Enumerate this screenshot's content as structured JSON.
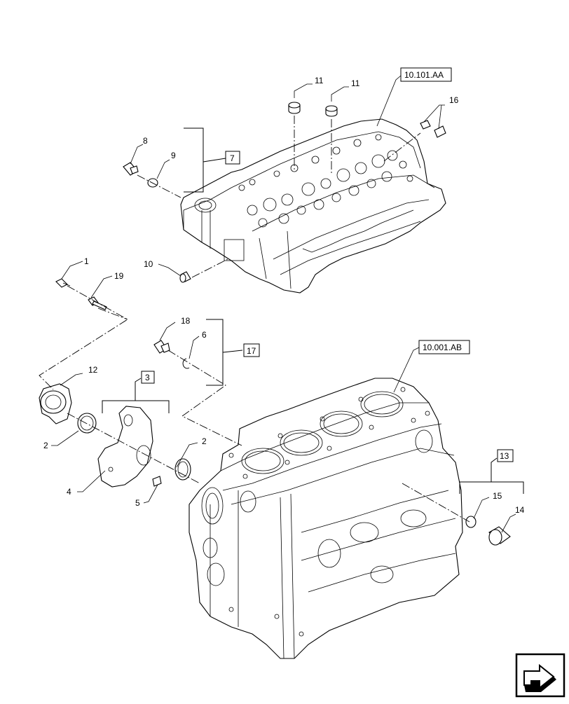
{
  "diagram": {
    "callouts": {
      "c1": "1",
      "c2a": "2",
      "c2b": "2",
      "c3": "3",
      "c4": "4",
      "c5": "5",
      "c6": "6",
      "c7": "7",
      "c8": "8",
      "c9": "9",
      "c10": "10",
      "c11a": "11",
      "c11b": "11",
      "c12": "12",
      "c13": "13",
      "c14": "14",
      "c15": "15",
      "c16": "16",
      "c17": "17",
      "c18": "18",
      "c19": "19"
    },
    "refs": {
      "head": "10.101.AA",
      "block": "10.001.AB"
    },
    "nav_icon": "arrow-icon"
  }
}
